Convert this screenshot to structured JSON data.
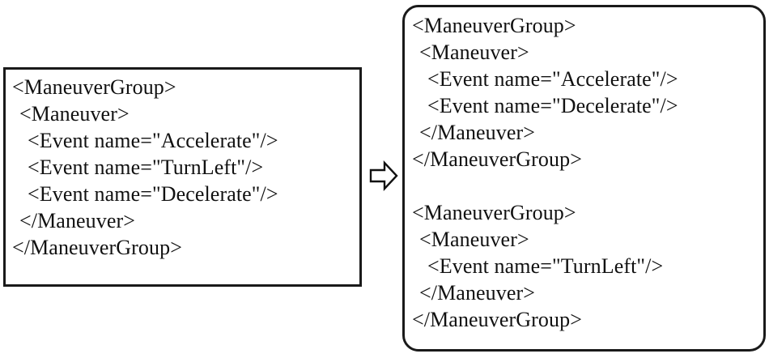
{
  "diagram": {
    "type": "xml-refactoring-transformation",
    "arrow": {
      "icon": "right-arrow-outline",
      "direction": "right",
      "label": ""
    },
    "source": {
      "title": "",
      "shape": "rectangle",
      "border_color": "#1a1a1a",
      "lines": [
        {
          "indent": 0,
          "text": "<ManeuverGroup>"
        },
        {
          "indent": 1,
          "text": "<Maneuver>"
        },
        {
          "indent": 2,
          "text": "<Event name=\"Accelerate\"/>"
        },
        {
          "indent": 2,
          "text": "<Event name=\"TurnLeft\"/>"
        },
        {
          "indent": 2,
          "text": "<Event name=\"Decelerate\"/>"
        },
        {
          "indent": 1,
          "text": "</Maneuver>"
        },
        {
          "indent": 0,
          "text": "</ManeuverGroup>"
        }
      ]
    },
    "result": {
      "title": "",
      "shape": "rounded-rectangle",
      "border_color": "#1a1a1a",
      "lines": [
        {
          "indent": 0,
          "text": "<ManeuverGroup>"
        },
        {
          "indent": 1,
          "text": "<Maneuver>"
        },
        {
          "indent": 2,
          "text": "<Event name=\"Accelerate\"/>"
        },
        {
          "indent": 2,
          "text": "<Event name=\"Decelerate\"/>"
        },
        {
          "indent": 1,
          "text": "</Maneuver>"
        },
        {
          "indent": 0,
          "text": "</ManeuverGroup>"
        },
        {
          "indent": 0,
          "text": "",
          "blank": true
        },
        {
          "indent": 0,
          "text": "<ManeuverGroup>"
        },
        {
          "indent": 1,
          "text": "<Maneuver>"
        },
        {
          "indent": 2,
          "text": "<Event name=\"TurnLeft\"/>"
        },
        {
          "indent": 1,
          "text": "</Maneuver>"
        },
        {
          "indent": 0,
          "text": "</ManeuverGroup>"
        }
      ]
    }
  }
}
